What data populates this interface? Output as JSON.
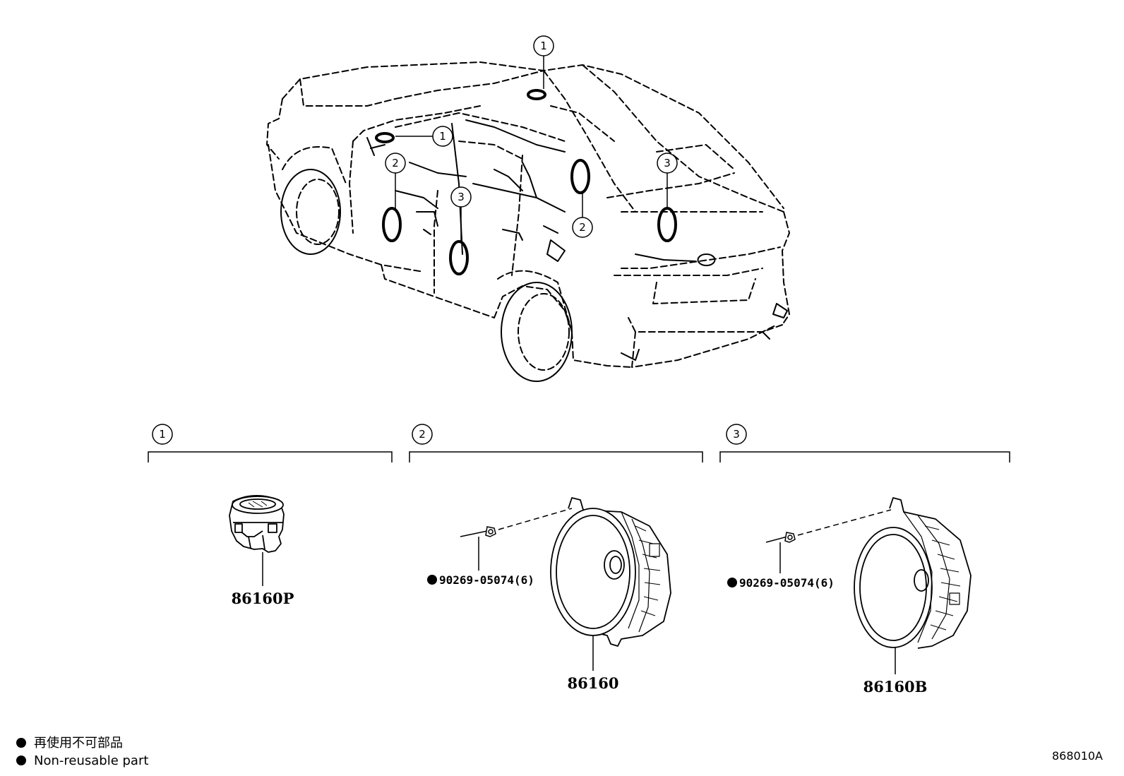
{
  "diagram": {
    "callout_numbers": [
      "1",
      "2",
      "3"
    ],
    "groups": [
      {
        "number": "1",
        "parts": [
          {
            "part_number": "86160P"
          }
        ]
      },
      {
        "number": "2",
        "parts": [
          {
            "part_number": "86160"
          }
        ],
        "fasteners": [
          {
            "label": "90269-05074(6)",
            "non_reusable": true
          }
        ]
      },
      {
        "number": "3",
        "parts": [
          {
            "part_number": "86160B"
          }
        ],
        "fasteners": [
          {
            "label": "90269-05074(6)",
            "non_reusable": true
          }
        ]
      }
    ],
    "legend": [
      {
        "symbol": "filled-circle",
        "text": "再使用不可部品"
      },
      {
        "symbol": "filled-circle",
        "text": "Non-reusable part"
      }
    ],
    "diagram_code": "868010A"
  }
}
